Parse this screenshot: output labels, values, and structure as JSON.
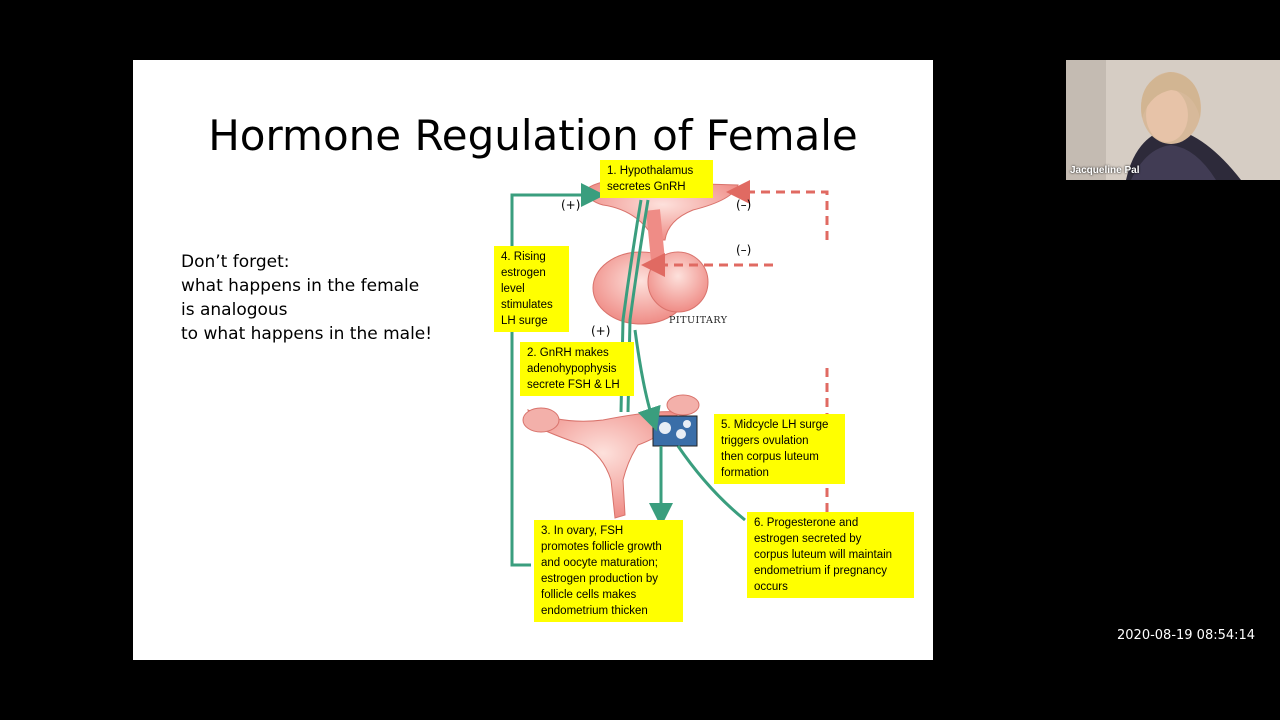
{
  "slide": {
    "title": "Hormone Regulation of Female",
    "note_lines": [
      "Don’t forget:",
      "what happens in the female",
      "is analogous",
      "to what happens in the male!"
    ],
    "diagram": {
      "boxes": [
        {
          "id": "hypothalamus",
          "lines": [
            "1. Hypothalamus",
            "secretes GnRH"
          ]
        },
        {
          "id": "gnrh",
          "lines": [
            "2. GnRH makes",
            "adenohypophysis",
            "secrete FSH & LH"
          ]
        },
        {
          "id": "ovary",
          "lines": [
            "3. In ovary,  FSH",
            "promotes follicle growth",
            "and oocyte maturation;",
            "estrogen production by",
            "follicle cells makes",
            "endometrium thicken"
          ]
        },
        {
          "id": "estrogen",
          "lines": [
            "4. Rising",
            "estrogen",
            "level",
            "stimulates",
            "LH surge"
          ]
        },
        {
          "id": "midcycle",
          "lines": [
            "5. Midcycle LH surge",
            "triggers ovulation",
            "then corpus luteum",
            "formation"
          ]
        },
        {
          "id": "progesterone",
          "lines": [
            "6. Progesterone and",
            "estrogen secreted by",
            "corpus luteum will maintain",
            "endometrium if pregnancy",
            "occurs"
          ]
        }
      ],
      "labels": {
        "plus_top": "(+)",
        "plus_mid": "(+)",
        "minus_top": "(–)",
        "minus_mid": "(–)",
        "pituitary": "PITUITARY"
      },
      "colors": {
        "positive_pathway": "#3a9e7e",
        "negative_feedback": "#e06a62",
        "highlight_box": "#ffff00"
      }
    }
  },
  "webcam": {
    "name": "Jacqueline Pal"
  },
  "timestamp": "2020-08-19  08:54:14"
}
